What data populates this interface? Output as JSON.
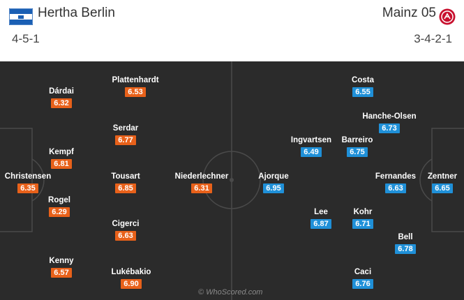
{
  "home": {
    "team": "Hertha Berlin",
    "formation": "4-5-1",
    "players": [
      {
        "name": "Christensen",
        "rating": "6.35"
      },
      {
        "name": "Dárdai",
        "rating": "6.32"
      },
      {
        "name": "Kempf",
        "rating": "6.81"
      },
      {
        "name": "Rogel",
        "rating": "6.29"
      },
      {
        "name": "Kenny",
        "rating": "6.57"
      },
      {
        "name": "Plattenhardt",
        "rating": "6.53"
      },
      {
        "name": "Serdar",
        "rating": "6.77"
      },
      {
        "name": "Tousart",
        "rating": "6.85"
      },
      {
        "name": "Cigerci",
        "rating": "6.63"
      },
      {
        "name": "Lukébakio",
        "rating": "6.90"
      },
      {
        "name": "Niederlechner",
        "rating": "6.31"
      }
    ]
  },
  "away": {
    "team": "Mainz 05",
    "formation": "3-4-2-1",
    "players": [
      {
        "name": "Zentner",
        "rating": "6.65"
      },
      {
        "name": "Fernandes",
        "rating": "6.63"
      },
      {
        "name": "Hanche-Olsen",
        "rating": "6.73"
      },
      {
        "name": "Bell",
        "rating": "6.78"
      },
      {
        "name": "Costa",
        "rating": "6.55"
      },
      {
        "name": "Barreiro",
        "rating": "6.75"
      },
      {
        "name": "Kohr",
        "rating": "6.71"
      },
      {
        "name": "Caci",
        "rating": "6.76"
      },
      {
        "name": "Ingvartsen",
        "rating": "6.49"
      },
      {
        "name": "Lee",
        "rating": "6.87"
      },
      {
        "name": "Ajorque",
        "rating": "6.95"
      }
    ]
  },
  "colors": {
    "home_rating": "#e8611a",
    "away_rating": "#1f90d8",
    "pitch": "#2b2b2b",
    "lines": "#4a4a4a"
  },
  "watermark": "© WhoScored.com"
}
